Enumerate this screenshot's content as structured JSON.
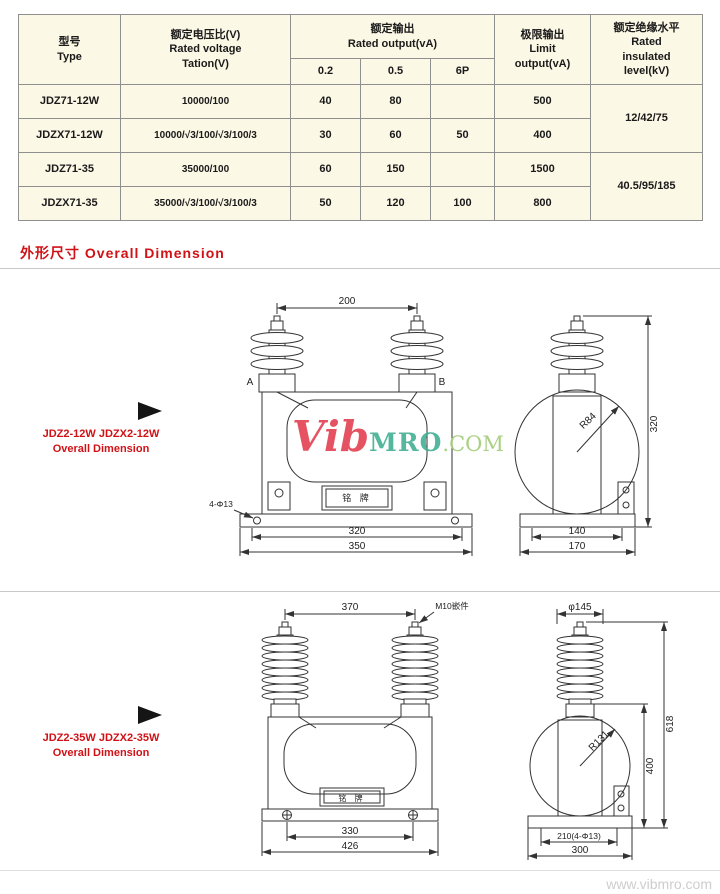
{
  "page": {
    "section_title": "外形尺寸  Overall Dimension",
    "watermark": {
      "part1": "Vib",
      "part2": "MRO",
      "part3": ".COM"
    },
    "footer_url": "www.vibmro.com"
  },
  "table": {
    "headers": {
      "type": "型号\nType",
      "voltage": "额定电压比(V)\nRated voltage\nTation(V)",
      "output": "额定输出\nRated output(vA)",
      "c02": "0.2",
      "c05": "0.5",
      "c6p": "6P",
      "limit": "极限输出\nLimit\noutput(vA)",
      "insulation": "额定绝缘水平\nRated\ninsulated\nlevel(kV)"
    },
    "rows": [
      {
        "type": "JDZ71-12W",
        "voltage": "10000/100",
        "out02": "40",
        "out05": "80",
        "out6p": "",
        "limit": "500"
      },
      {
        "type": "JDZX71-12W",
        "voltage": "10000/√3/100/√3/100/3",
        "out02": "30",
        "out05": "60",
        "out6p": "50",
        "limit": "400"
      },
      {
        "type": "JDZ71-35",
        "voltage": "35000/100",
        "out02": "60",
        "out05": "150",
        "out6p": "",
        "limit": "1500"
      },
      {
        "type": "JDZX71-35",
        "voltage": "35000/√3/100/√3/100/3",
        "out02": "50",
        "out05": "120",
        "out6p": "100",
        "limit": "800"
      }
    ],
    "insulation_values": [
      "12/42/75",
      "40.5/95/185"
    ]
  },
  "drawing1": {
    "label_line1": "JDZ2-12W JDZX2-12W",
    "label_line2": "Overall Dimension",
    "front": {
      "dim_top": "200",
      "label_a": "A",
      "label_b": "B",
      "holes": "4-Φ13",
      "nameplate": "铭 牌",
      "dim_width1": "320",
      "dim_width2": "350"
    },
    "side": {
      "radius": "R84",
      "dim_height": "320",
      "dim_width1": "140",
      "dim_width2": "170"
    }
  },
  "drawing2": {
    "label_line1": "JDZ2-35W JDZX2-35W",
    "label_line2": "Overall Dimension",
    "front": {
      "dim_top": "370",
      "insert": "M10嵌件",
      "nameplate": "铭 牌",
      "dim_width1": "330",
      "dim_width2": "426"
    },
    "side": {
      "dim_dia": "φ145",
      "radius": "R131",
      "dim_height_total": "618",
      "dim_height_body": "400",
      "dim_width1": "210(4-Φ13)",
      "dim_width2": "300"
    }
  }
}
